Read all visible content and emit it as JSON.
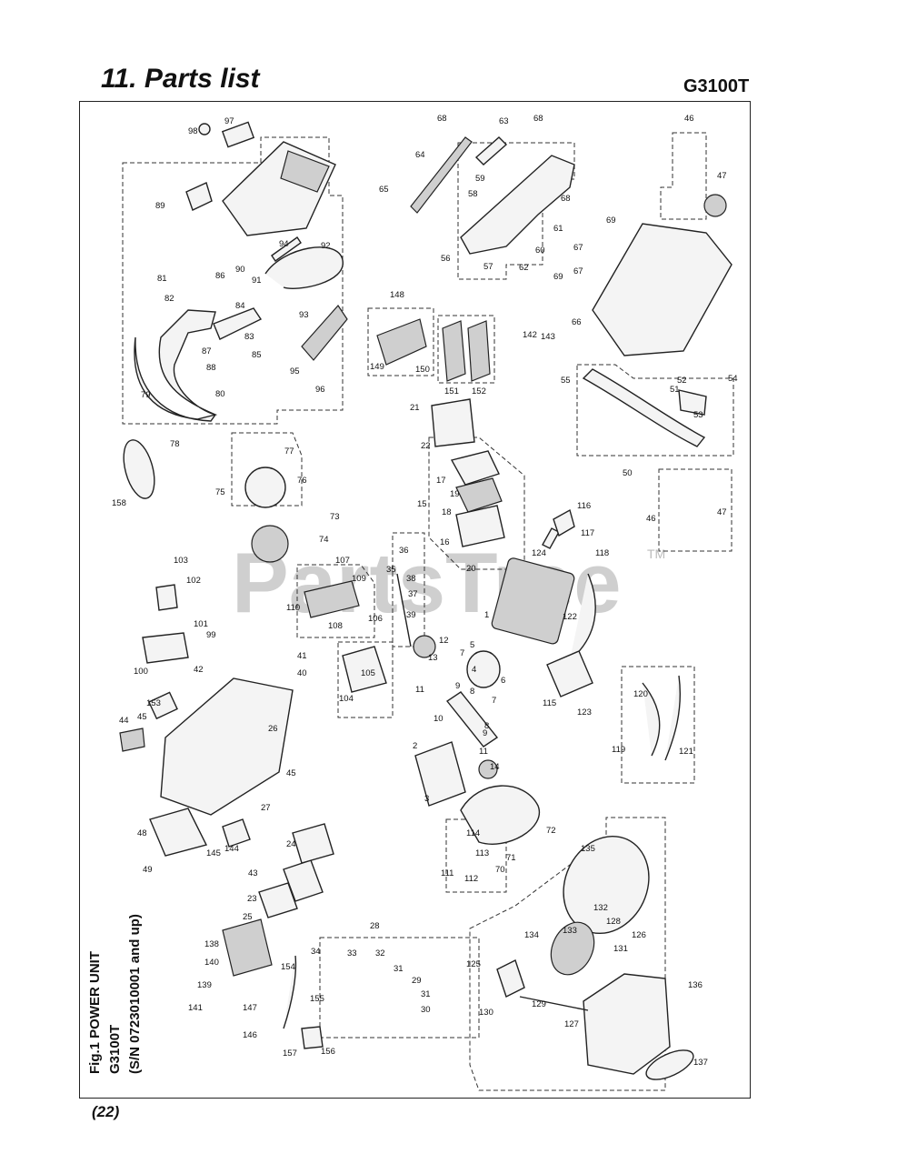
{
  "header": {
    "title": "11. Parts list",
    "model": "G3100T"
  },
  "figure": {
    "caption_lines": [
      "Fig.1 POWER UNIT",
      "G3100T",
      "(S/N 0723010001 and up)"
    ],
    "watermark": "PartsTree",
    "watermark_mark": "TM"
  },
  "footer": {
    "page_number": "22"
  },
  "callouts": [
    "1",
    "2",
    "3",
    "4",
    "5",
    "6",
    "7",
    "7",
    "8",
    "8",
    "9",
    "9",
    "10",
    "11",
    "11",
    "12",
    "13",
    "14",
    "15",
    "16",
    "17",
    "18",
    "19",
    "20",
    "21",
    "22",
    "23",
    "24",
    "25",
    "26",
    "27",
    "28",
    "29",
    "30",
    "31",
    "31",
    "32",
    "33",
    "34",
    "35",
    "36",
    "37",
    "38",
    "39",
    "40",
    "41",
    "42",
    "43",
    "44",
    "45",
    "45",
    "46",
    "46",
    "47",
    "47",
    "48",
    "49",
    "50",
    "51",
    "52",
    "53",
    "54",
    "55",
    "56",
    "57",
    "58",
    "59",
    "60",
    "61",
    "62",
    "63",
    "64",
    "65",
    "66",
    "67",
    "67",
    "68",
    "68",
    "68",
    "69",
    "69",
    "70",
    "71",
    "72",
    "73",
    "74",
    "75",
    "76",
    "77",
    "78",
    "79",
    "80",
    "81",
    "82",
    "83",
    "84",
    "85",
    "86",
    "87",
    "88",
    "89",
    "90",
    "91",
    "92",
    "93",
    "94",
    "95",
    "96",
    "97",
    "98",
    "99",
    "100",
    "101",
    "102",
    "103",
    "104",
    "105",
    "106",
    "107",
    "108",
    "109",
    "110",
    "111",
    "112",
    "113",
    "114",
    "115",
    "116",
    "117",
    "118",
    "119",
    "120",
    "121",
    "122",
    "123",
    "124",
    "125",
    "126",
    "127",
    "128",
    "129",
    "130",
    "131",
    "132",
    "133",
    "134",
    "135",
    "136",
    "137",
    "138",
    "139",
    "140",
    "141",
    "142",
    "143",
    "144",
    "145",
    "146",
    "147",
    "148",
    "149",
    "150",
    "151",
    "152",
    "153",
    "154",
    "155",
    "156",
    "157",
    "158"
  ]
}
